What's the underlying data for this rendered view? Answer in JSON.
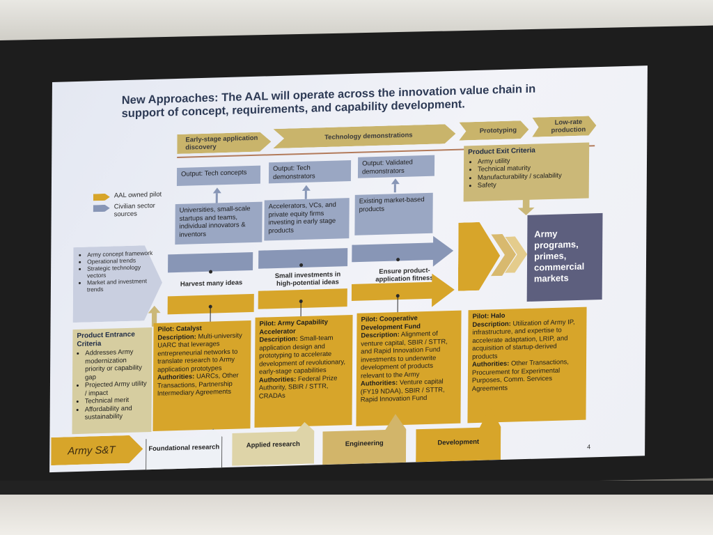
{
  "slide": {
    "title": "New Approaches: The AAL will operate across the innovation value chain in support of concept, requirements, and capability development.",
    "page_number": "4",
    "stages": [
      "Early-stage application discovery",
      "Technology demonstrations",
      "Prototyping",
      "Low-rate production"
    ],
    "legend": {
      "aal": "AAL owned pilot",
      "civilian": "Civilian sector sources"
    },
    "outputs": [
      "Output: Tech concepts",
      "Output: Tech demonstrators",
      "Output: Validated demonstrators"
    ],
    "sources": [
      "Universities, small-scale startups and teams, individual innovators & inventors",
      "Accelerators, VCs, and private equity firms investing in early stage products",
      "Existing market-based products"
    ],
    "mid_labels": [
      "Harvest many ideas",
      "Small investments in high-potential ideas",
      "Ensure product-application fitness"
    ],
    "concept_list": [
      "Army concept framework",
      "Operational trends",
      "Strategic technology vectors",
      "Market and investment trends"
    ],
    "entrance": {
      "title": "Product Entrance Criteria",
      "items": [
        "Addresses Army modernization priority or capability gap",
        "Projected Army utility / impact",
        "Technical merit",
        "Affordability and sustainability"
      ]
    },
    "exit": {
      "title": "Product Exit Criteria",
      "items": [
        "Army utility",
        "Technical maturity",
        "Manufacturability / scalability",
        "Safety"
      ]
    },
    "army_box": "Army programs, primes, commercial markets",
    "pilots": [
      {
        "title": "Pilot: Catalyst",
        "desc_label": "Description:",
        "desc": "Multi-university UARC that leverages entrepreneurial networks to translate research to Army application prototypes",
        "auth_label": "Authorities:",
        "auth": "UARCs, Other Transactions, Partnership Intermediary Agreements"
      },
      {
        "title": "Pilot: Army Capability Accelerator",
        "desc_label": "Description:",
        "desc": "Small-team application design and prototyping to accelerate development of revolutionary, early-stage capabilities",
        "auth_label": "Authorities:",
        "auth": "Federal Prize Authority, SBIR / STTR, CRADAs"
      },
      {
        "title": "Pilot: Cooperative Development Fund",
        "desc_label": "Description:",
        "desc": "Alignment of venture capital, SBIR / STTR, and Rapid Innovation Fund investments to underwrite development of products relevant to the Army",
        "auth_label": "Authorities:",
        "auth": "Venture capital (FY19 NDAA), SBIR / STTR, Rapid Innovation Fund"
      },
      {
        "title": "Pilot: Halo",
        "desc_label": "Description:",
        "desc": "Utilization of Army IP, infrastructure, and expertise to accelerate adaptation, LRIP, and acquisition of startup-derived products",
        "auth_label": "Authorities:",
        "auth": "Other Transactions, Procurement for Experimental Purposes, Comm. Services Agreements"
      }
    ],
    "army_st": "Army S&T",
    "bottom_stages": [
      "Foundational research",
      "Applied research",
      "Engineering",
      "Development"
    ]
  },
  "colors": {
    "gold": "#d7a52a",
    "blue": "#8896b6",
    "navy": "#5d5f7e",
    "slide_bg": "#eef0f5"
  }
}
